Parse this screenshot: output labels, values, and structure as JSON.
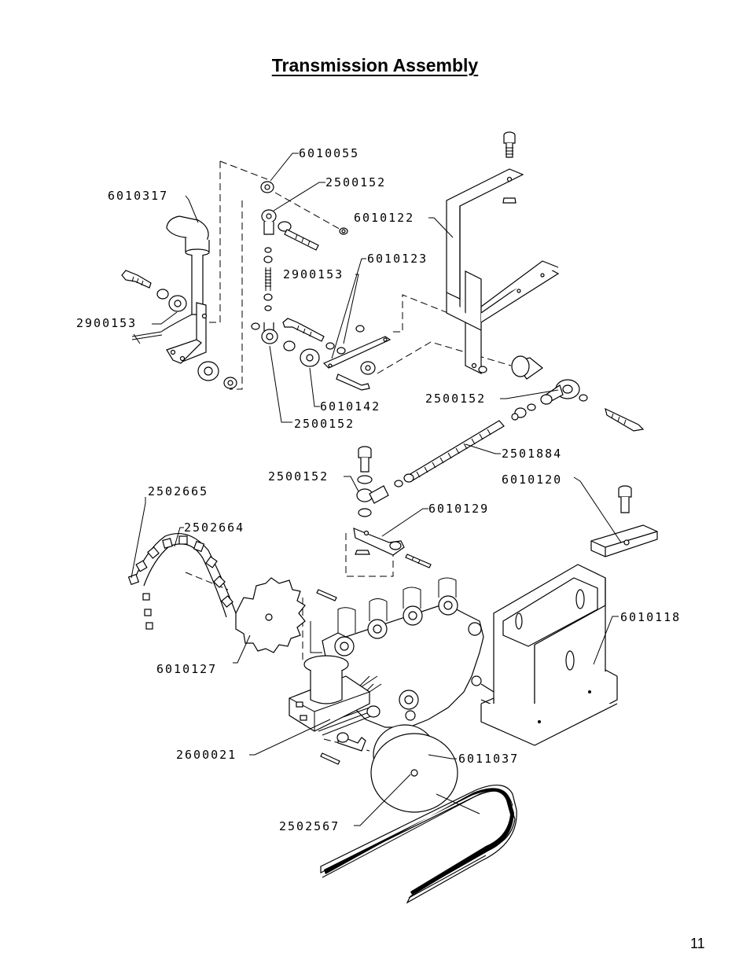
{
  "title": "Transmission Assembly",
  "page_number": "11",
  "parts": {
    "p6010055": "6010055",
    "p2500152_a": "2500152",
    "p6010317": "6010317",
    "p6010122": "6010122",
    "p6010123": "6010123",
    "p2900153_a": "2900153",
    "p2900153_b": "2900153",
    "p6010142": "6010142",
    "p2500152_b": "2500152",
    "p2500152_c": "2500152",
    "p2501884": "2501884",
    "p2500152_d": "2500152",
    "p6010120": "6010120",
    "p2502665": "2502665",
    "p6010129": "6010129",
    "p2502664": "2502664",
    "p6010118": "6010118",
    "p6010127": "6010127",
    "p2600021": "2600021",
    "p6011037": "6011037",
    "p2502567": "2502567"
  }
}
